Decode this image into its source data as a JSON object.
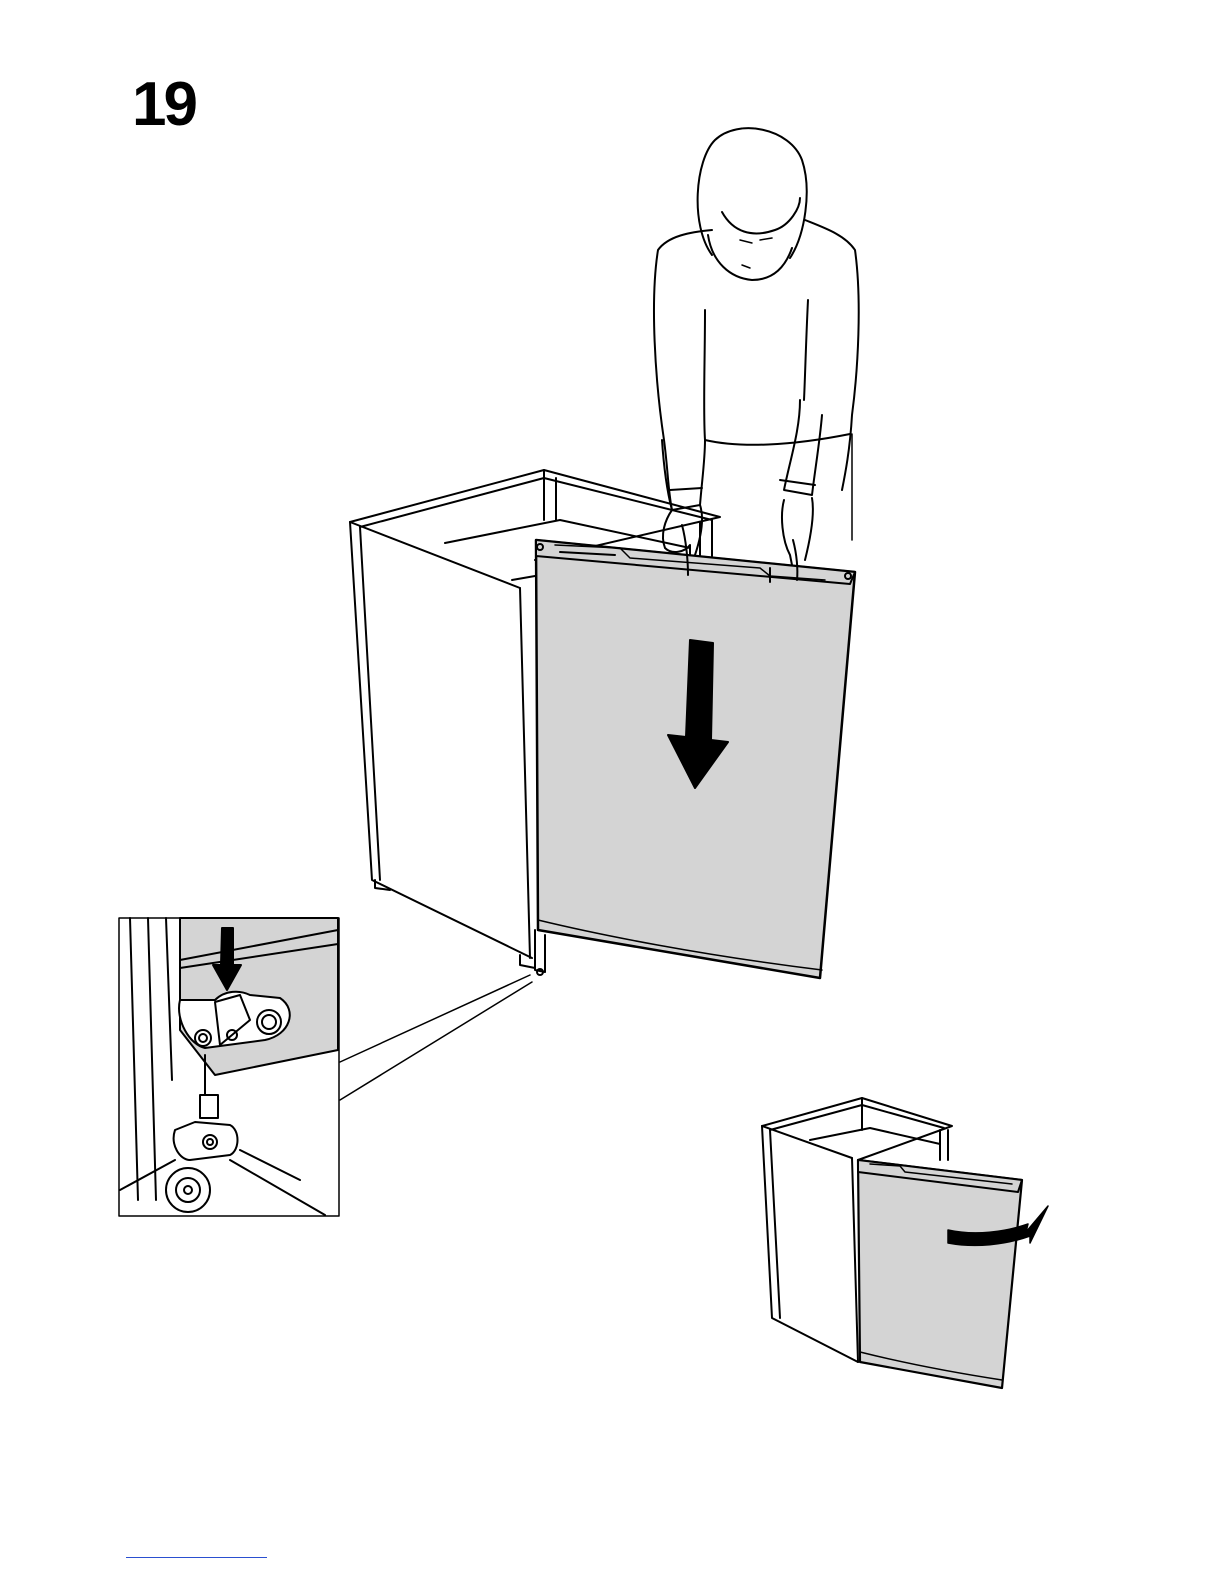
{
  "step": {
    "number": "19"
  },
  "colors": {
    "ink": "#000000",
    "panel": "#d4d4d4",
    "paper": "#ffffff",
    "rule": "#2a4fd0"
  },
  "icons": [
    "person-figure",
    "cabinet",
    "door-panel",
    "down-arrow-icon",
    "hinge-detail-callout",
    "curved-arrow-icon"
  ]
}
